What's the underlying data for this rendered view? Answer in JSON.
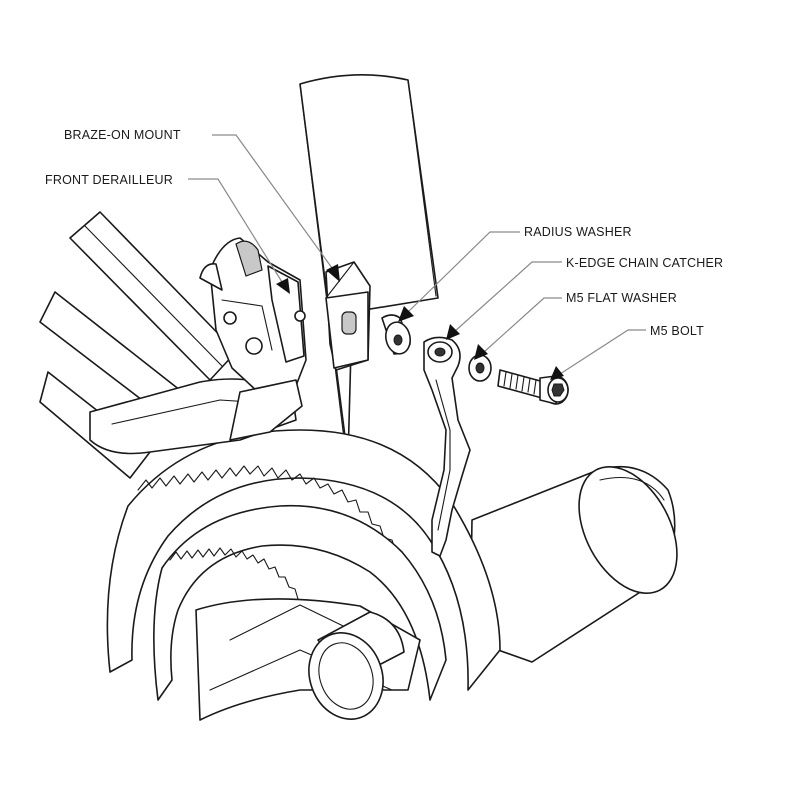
{
  "labels": {
    "braze_on_mount": "BRAZE-ON MOUNT",
    "front_derailleur": "FRONT DERAILLEUR",
    "radius_washer": "RADIUS WASHER",
    "chain_catcher": "K-EDGE CHAIN CATCHER",
    "flat_washer": "M5 FLAT WASHER",
    "bolt": "M5 BOLT"
  },
  "colors": {
    "line": "#1a1a1a",
    "leader": "#8a8a8a",
    "background": "#ffffff"
  }
}
